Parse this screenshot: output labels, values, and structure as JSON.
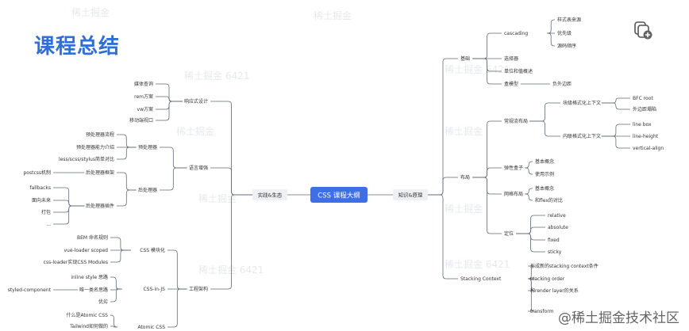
{
  "page": {
    "title": "课程总结"
  },
  "watermark": "@稀土掘金技术社区",
  "nodes": [
    {
      "id": "root",
      "label": "CSS 课程大纲"
    },
    {
      "id": "practice",
      "label": "实践&生态"
    },
    {
      "id": "knowledge",
      "label": "知识&原理"
    },
    {
      "id": "responsive",
      "label": "响应式设计"
    },
    {
      "id": "media",
      "label": "媒体查询"
    },
    {
      "id": "rem",
      "label": "rem方案"
    },
    {
      "id": "vw",
      "label": "vw方案"
    },
    {
      "id": "viewport",
      "label": "移动端视口"
    },
    {
      "id": "lang",
      "label": "语言增强"
    },
    {
      "id": "preprocessor",
      "label": "预处理器"
    },
    {
      "id": "pre1",
      "label": "预处理器流程"
    },
    {
      "id": "pre2",
      "label": "预处理器能力介绍"
    },
    {
      "id": "pre3",
      "label": "less/scss/stylus简单对比"
    },
    {
      "id": "postprocessor",
      "label": "后处理器"
    },
    {
      "id": "postframework",
      "label": "后处理器框架"
    },
    {
      "id": "postcss",
      "label": "postcss机制"
    },
    {
      "id": "postplugin",
      "label": "后处理器插件"
    },
    {
      "id": "fallbacks",
      "label": "fallbacks"
    },
    {
      "id": "future",
      "label": "面向未来"
    },
    {
      "id": "prefix",
      "label": "打包"
    },
    {
      "id": "more",
      "label": "..."
    },
    {
      "id": "engineering",
      "label": "工程架构"
    },
    {
      "id": "modular",
      "label": "CSS 模块化"
    },
    {
      "id": "bem",
      "label": "BEM 命名规则"
    },
    {
      "id": "vueloader",
      "label": "vue-loader scoped"
    },
    {
      "id": "cssmodules",
      "label": "css-loader实现CSS Modules"
    },
    {
      "id": "cssinjs",
      "label": "CSS-in-JS"
    },
    {
      "id": "inline",
      "label": "inline style 思路"
    },
    {
      "id": "uniqueclass",
      "label": "唯一类名思路"
    },
    {
      "id": "styled",
      "label": "styled-component"
    },
    {
      "id": "pros",
      "label": "优劣"
    },
    {
      "id": "atomic",
      "label": "Atomic CSS"
    },
    {
      "id": "whatatomic",
      "label": "什么是Atomic CSS"
    },
    {
      "id": "tailwind",
      "label": "Tailwind如何做的"
    },
    {
      "id": "basic",
      "label": "基础"
    },
    {
      "id": "cascading",
      "label": "cascading"
    },
    {
      "id": "source",
      "label": "样式表来源"
    },
    {
      "id": "priority",
      "label": "优先级"
    },
    {
      "id": "order",
      "label": "源码顺序"
    },
    {
      "id": "selector",
      "label": "选择器"
    },
    {
      "id": "units",
      "label": "单位和值概述"
    },
    {
      "id": "boxmodel",
      "label": "盒模型"
    },
    {
      "id": "margin",
      "label": "负外边距"
    },
    {
      "id": "layout",
      "label": "布局"
    },
    {
      "id": "flow",
      "label": "常规流布局"
    },
    {
      "id": "bfc",
      "label": "块级格式化上下文"
    },
    {
      "id": "bfcroot",
      "label": "BFC root"
    },
    {
      "id": "collapse",
      "label": "外边距塌陷"
    },
    {
      "id": "ifc",
      "label": "内联格式化上下文"
    },
    {
      "id": "linebox",
      "label": "line box"
    },
    {
      "id": "lineheight",
      "label": "line-height"
    },
    {
      "id": "valign",
      "label": "vertical-align"
    },
    {
      "id": "flex",
      "label": "弹性盒子"
    },
    {
      "id": "flexbasic",
      "label": "基本概念"
    },
    {
      "id": "flexexample",
      "label": "使用示例"
    },
    {
      "id": "grid",
      "label": "网格布局"
    },
    {
      "id": "gridbasic",
      "label": "基本概念"
    },
    {
      "id": "gridvs",
      "label": "和flex的对比"
    },
    {
      "id": "position",
      "label": "定位"
    },
    {
      "id": "relative",
      "label": "relative"
    },
    {
      "id": "absolute",
      "label": "absolute"
    },
    {
      "id": "fixed",
      "label": "fixed"
    },
    {
      "id": "sticky",
      "label": "sticky"
    },
    {
      "id": "stacking",
      "label": "Stacking Context"
    },
    {
      "id": "newstack",
      "label": "形成新的stacking context条件"
    },
    {
      "id": "stackorder",
      "label": "stacking order"
    },
    {
      "id": "renderlayer",
      "label": "和render layer的关系"
    },
    {
      "id": "transform",
      "label": "transform"
    }
  ],
  "colors": {
    "root": "#3f6fe6",
    "line": "#5f6b7a",
    "text": "#333333",
    "title": "#2f6fd6"
  }
}
